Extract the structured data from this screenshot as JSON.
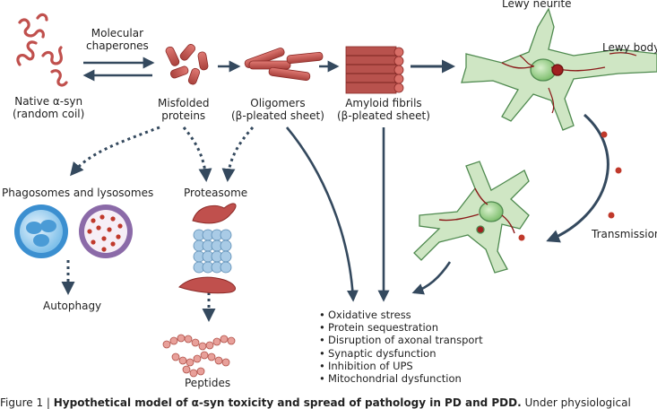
{
  "labels": {
    "molecular_chaperones": [
      "Molecular",
      "chaperones"
    ],
    "native": [
      "Native α-syn",
      "(random coil)"
    ],
    "misfolded": [
      "Misfolded",
      "proteins"
    ],
    "oligomers": [
      "Oligomers",
      "(β-pleated sheet)"
    ],
    "amyloid": [
      "Amyloid fibrils",
      "(β-pleated sheet)"
    ],
    "lewy_neurite": "Lewy neurite",
    "lewy_body": "Lewy body",
    "phagosomes": "Phagosomes and lysosomes",
    "proteasome": "Proteasome",
    "autophagy": "Autophagy",
    "peptides": "Peptides",
    "transmission": "Transmission"
  },
  "outcomes": [
    "Oxidative stress",
    "Protein sequestration",
    "Disruption of axonal transport",
    "Synaptic dysfunction",
    "Inhibition of UPS",
    "Mitochondrial dysfunction"
  ],
  "caption": {
    "prefix": "Figure 1 | ",
    "bold": "Hypothetical model of α-syn toxicity and spread of pathology in PD and PDD.",
    "rest": " Under physiological"
  },
  "colors": {
    "protein": "#c0504d",
    "protein_dark": "#8b2a27",
    "arrow": "#34495e",
    "neuron_fill": "#cfe6c4",
    "neuron_stroke": "#4f8a4f",
    "proteasome": "#a9cbe6",
    "lysosome_blue": "#3b8fd0",
    "lysosome_purple": "#8b6aa8"
  }
}
